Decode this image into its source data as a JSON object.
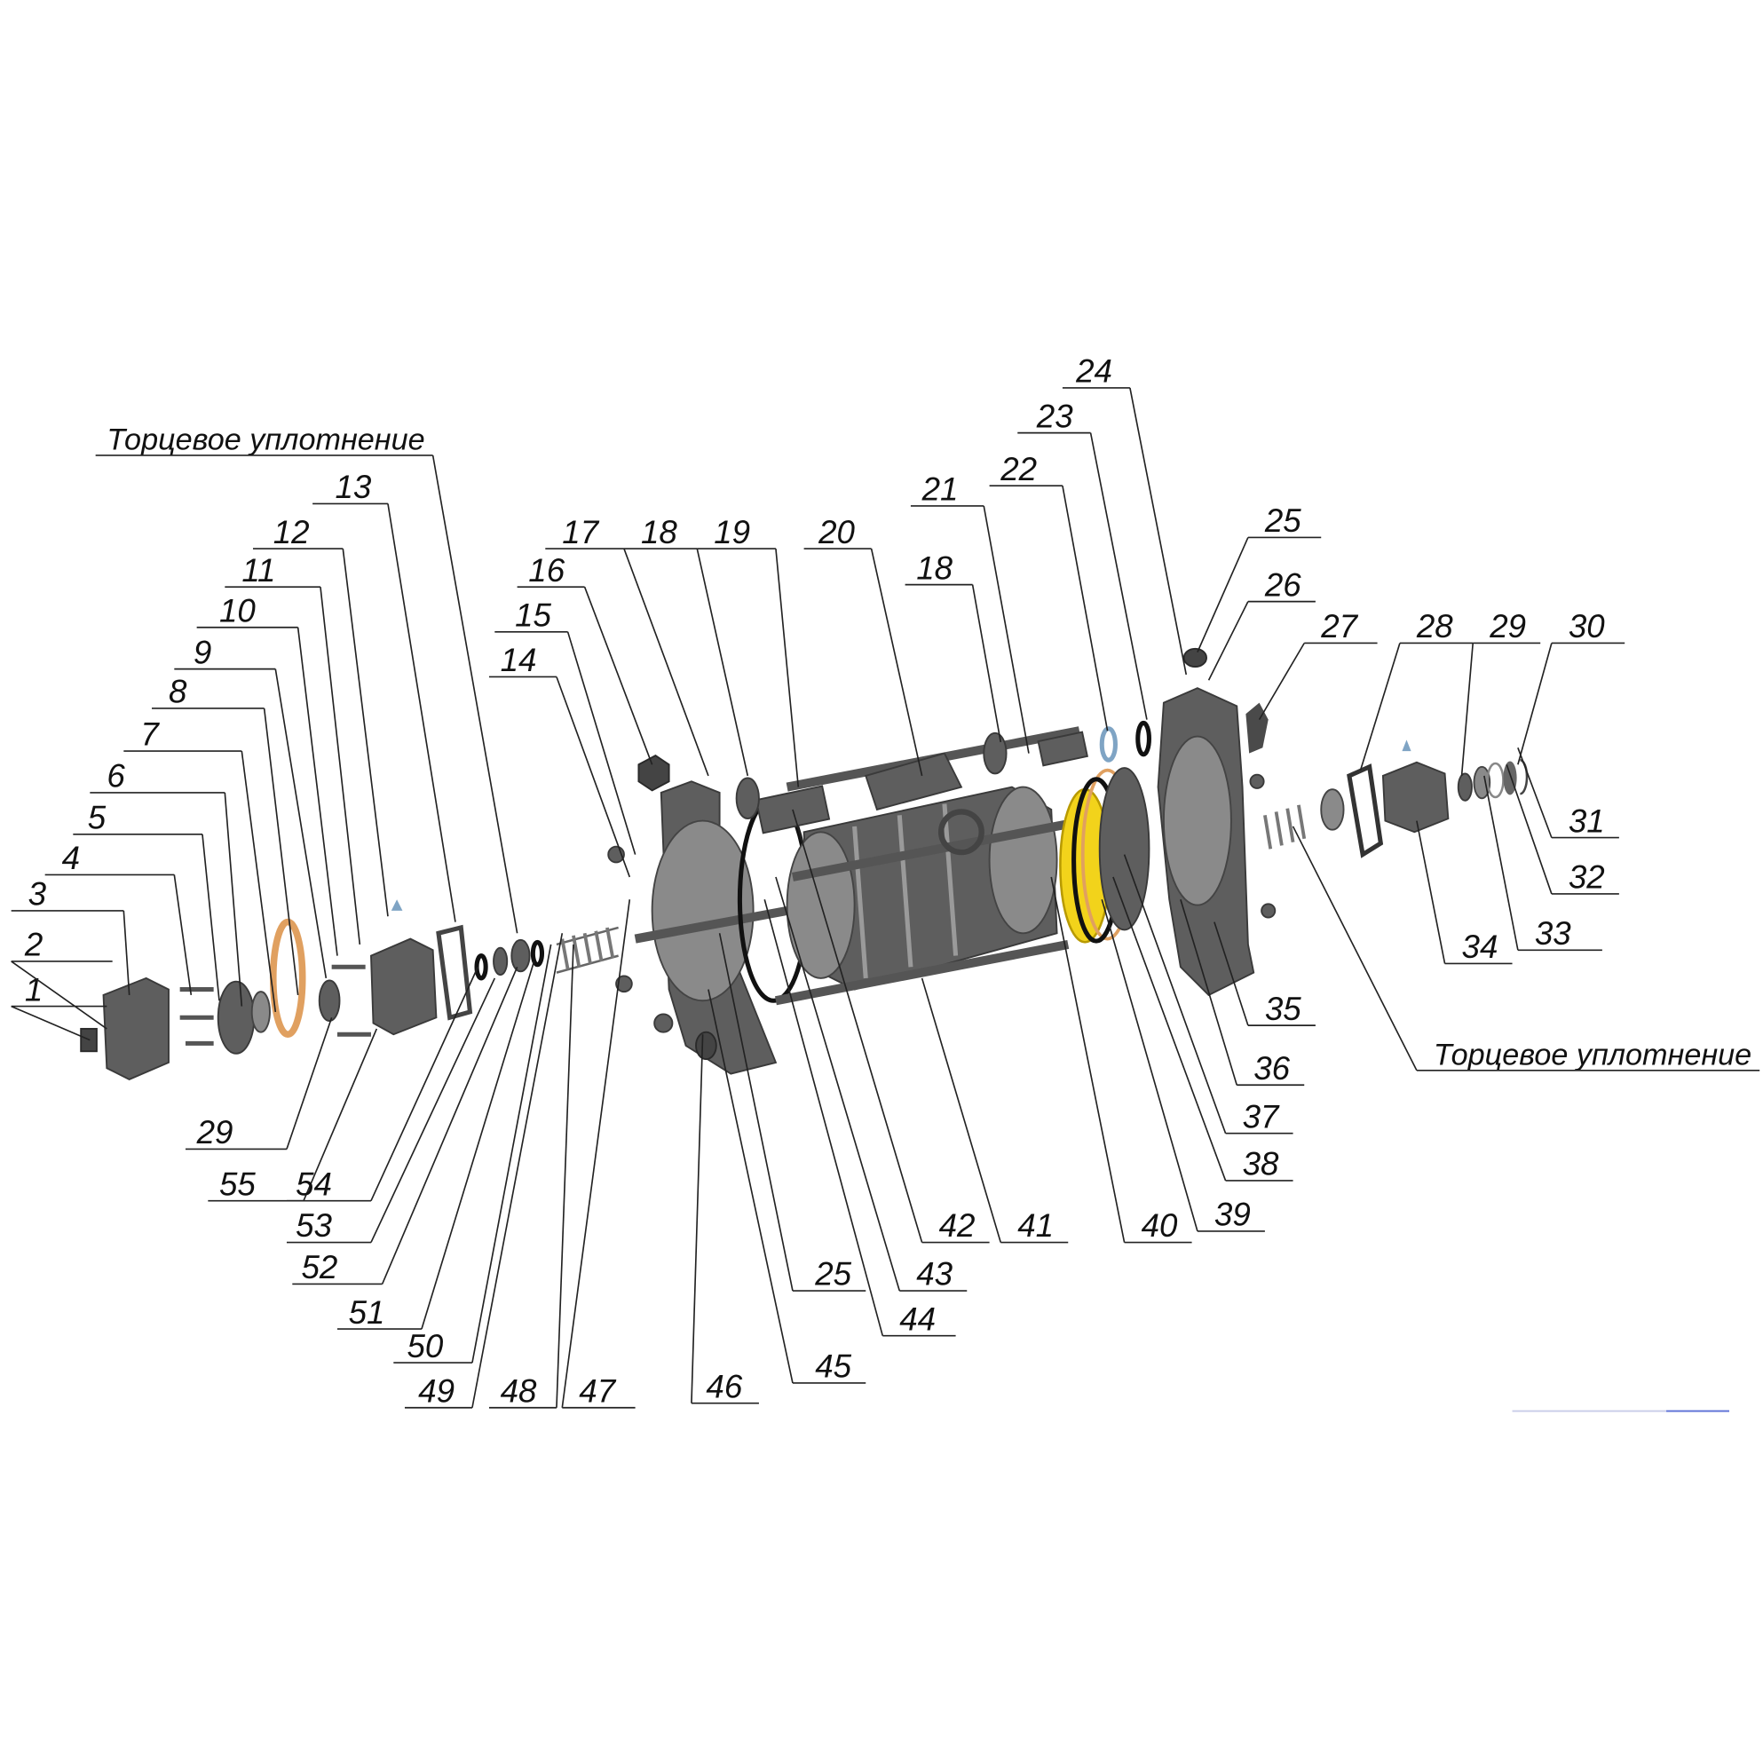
{
  "diagram": {
    "callouts": [
      "1",
      "2",
      "3",
      "4",
      "5",
      "6",
      "7",
      "8",
      "9",
      "10",
      "11",
      "12",
      "13",
      "Торцевое уплотнение",
      "29",
      "55",
      "54",
      "53",
      "52",
      "51",
      "50",
      "49",
      "48",
      "47",
      "46",
      "45",
      "44",
      "25",
      "43",
      "42",
      "41",
      "40",
      "39",
      "38",
      "37",
      "36",
      "35",
      "Торцевое уплотнение",
      "34",
      "33",
      "32",
      "31",
      "30",
      "29",
      "28",
      "27",
      "26",
      "25",
      "24",
      "23",
      "22",
      "21",
      "18",
      "20",
      "19",
      "18",
      "17",
      "16",
      "15",
      "14"
    ]
  },
  "colors": {
    "gasket_orange": "#e0a060",
    "impeller_yellow": "#f2d31b",
    "oring_blue": "#7fa4c4",
    "metal_gray": "#5e5e5e",
    "accent_blue_line": "#5b6fd6"
  }
}
